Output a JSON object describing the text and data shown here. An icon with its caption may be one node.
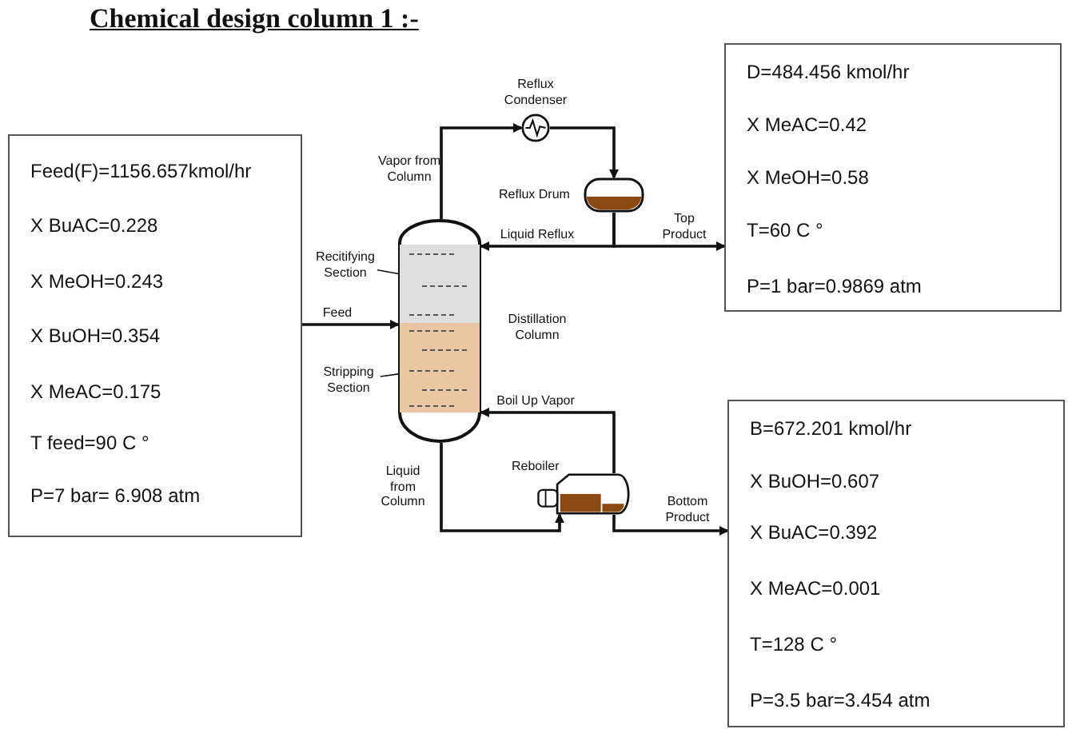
{
  "diagram": {
    "title": "Chemical design column 1 :-",
    "nodes": [
      {
        "text": [],
        "shape": "cylinder",
        "beside": [
          "Distillation Column"
        ]
      },
      {
        "text": [],
        "shape": "box",
        "in": 0
      },
      {
        "text": [],
        "shape": "box",
        "in": 0
      },
      {
        "text": [
          "Recitifying Section"
        ]
      },
      {
        "text": [
          "Stripping Section"
        ]
      },
      {
        "text": [
          "Reflux Condenser"
        ]
      },
      {
        "text": [
          "Reflux Drum"
        ]
      },
      {
        "text": [
          "Reboiler"
        ]
      },
      {
        "text": [
          "Feed(F)=1156.657kmol/hr",
          "X BuAC=0.228",
          "X MeOH=0.243",
          "X BuOH=0.354",
          "X MeAC=0.175",
          "T feed=90 C °",
          "P=7 bar= 6.908 atm"
        ]
      },
      {
        "text": [
          "D=484.456 kmol/hr",
          "X MeAC=0.42",
          "X MeOH=0.58",
          "T=60 C °",
          "P=1 bar=0.9869 atm"
        ]
      },
      {
        "text": [
          "B=672.201 kmol/hr",
          "X BuOH=0.607",
          "X BuAC=0.392",
          "X MeAC=0.001",
          "T=128 C °",
          "P=3.5 bar=3.454 atm"
        ]
      }
    ],
    "edges": [
      {
        "from": 8,
        "to": 0,
        "arrow": "to",
        "label": "Feed"
      },
      {
        "from": 0,
        "to": 5,
        "arrow": "to",
        "label": "Vapor from Column"
      },
      {
        "from": 5,
        "to": 6,
        "arrow": "to"
      },
      {
        "from": 6,
        "to": 0,
        "arrow": "to",
        "label": "Liquid Reflux"
      },
      {
        "from": 6,
        "to": 9,
        "arrow": "to",
        "label": "Top Product"
      },
      {
        "from": 0,
        "to": 7,
        "arrow": "to",
        "label": "Liquid from Column"
      },
      {
        "from": 7,
        "to": 0,
        "arrow": "to",
        "label": "Boil Up Vapor"
      },
      {
        "from": 7,
        "to": 10,
        "arrow": "to",
        "label": "Bottom Product"
      },
      {
        "from": 3,
        "to": 1,
        "arrow": "none"
      },
      {
        "from": 4,
        "to": 2,
        "arrow": "none"
      }
    ]
  }
}
